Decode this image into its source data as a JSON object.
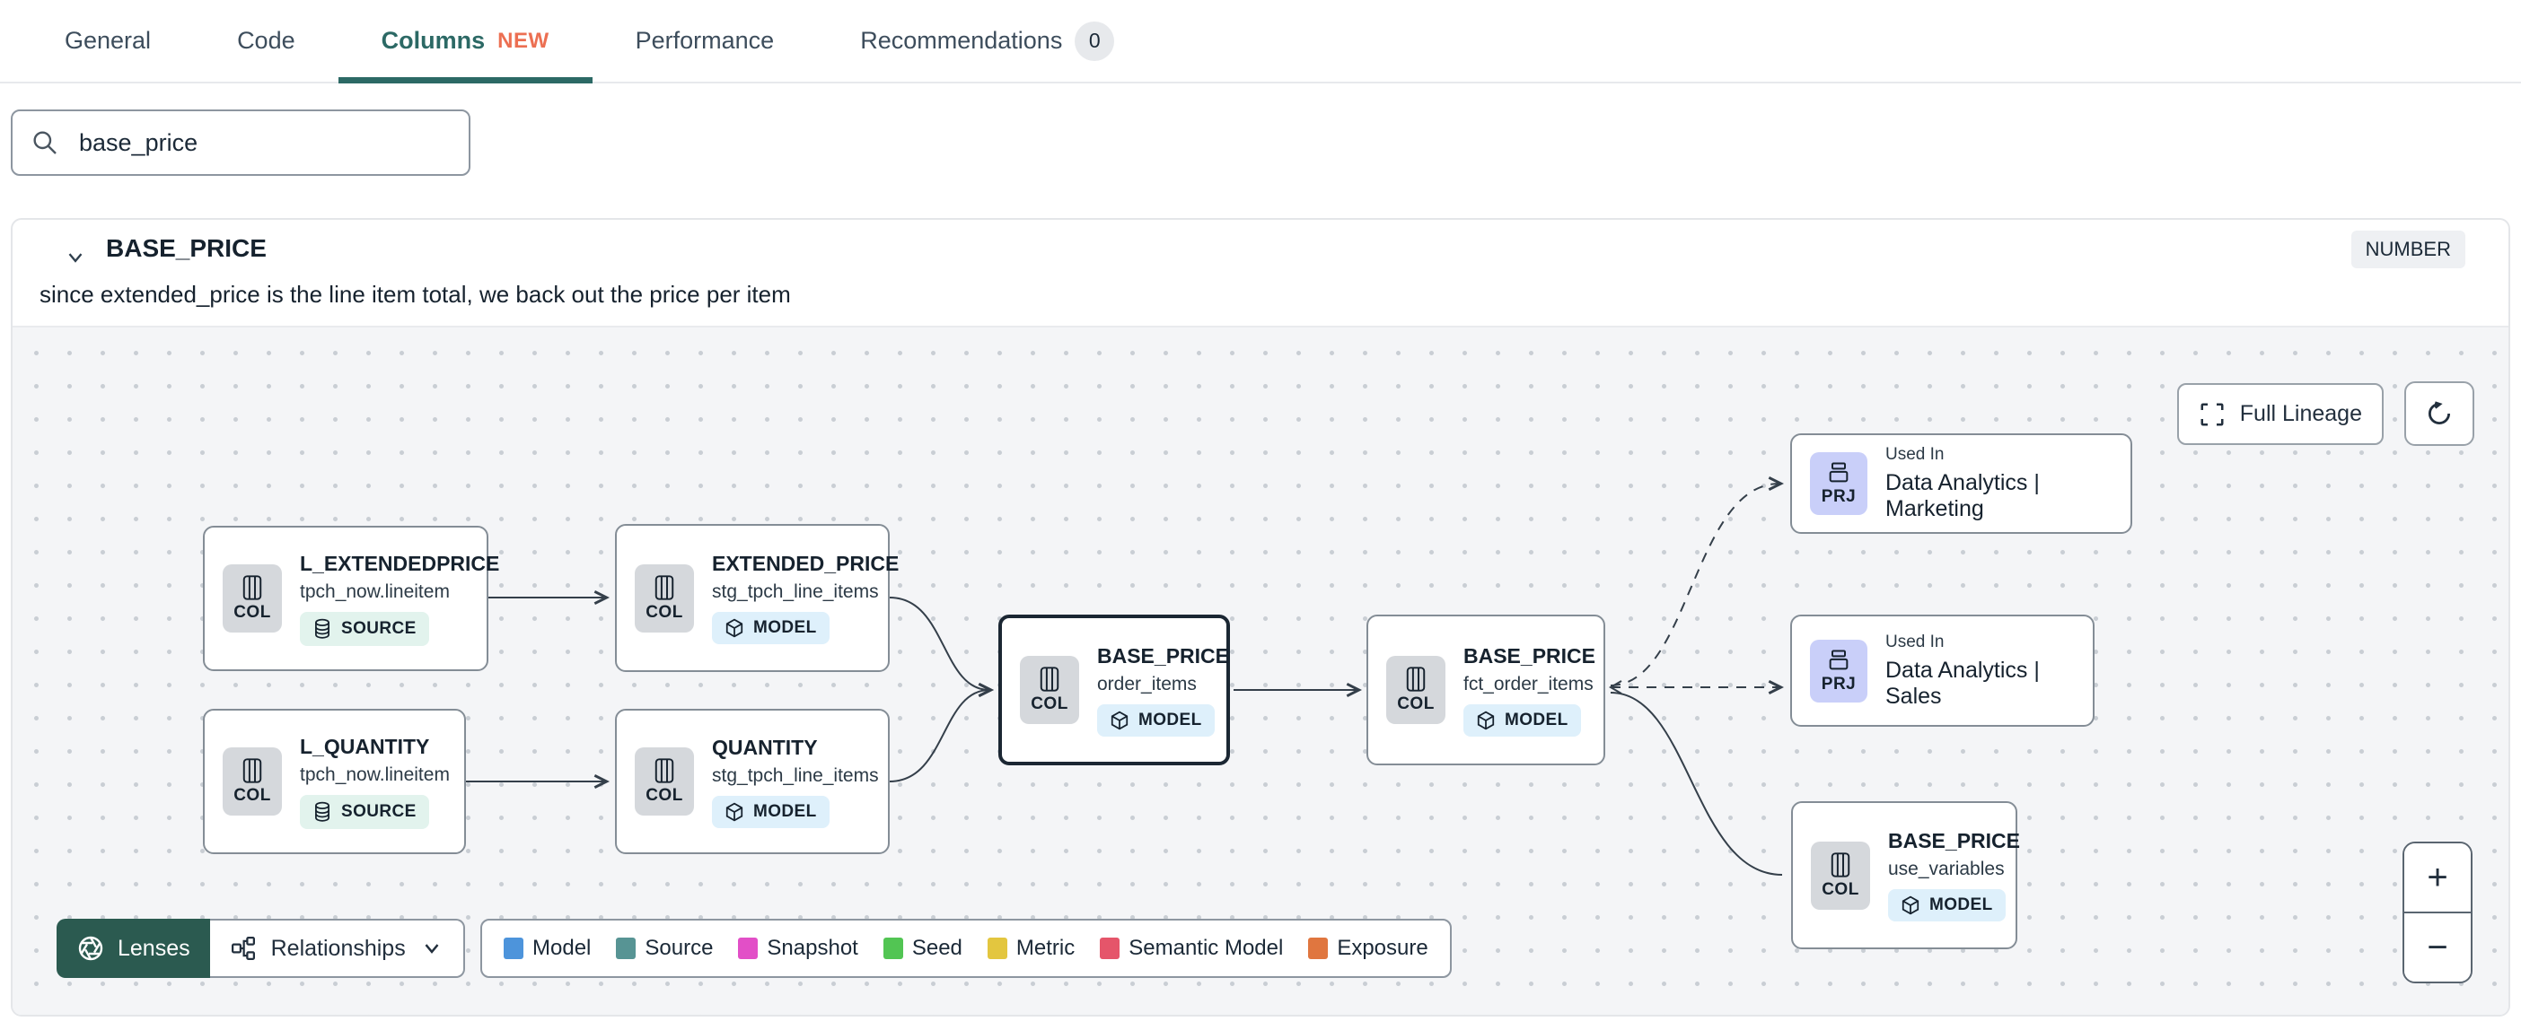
{
  "tabs": {
    "items": [
      {
        "label": "General"
      },
      {
        "label": "Code"
      },
      {
        "label": "Columns",
        "badge": "NEW"
      },
      {
        "label": "Performance"
      },
      {
        "label": "Recommendations",
        "count": "0"
      }
    ]
  },
  "search": {
    "value": "base_price"
  },
  "panel": {
    "title": "BASE_PRICE",
    "type": "NUMBER",
    "description": "since extended_price is the line item total, we back out the price per item"
  },
  "canvas": {
    "full_lineage_label": "Full Lineage",
    "lenses_label": "Lenses",
    "relationships_label": "Relationships",
    "zoom_in": "+",
    "zoom_out": "−",
    "nodes": [
      {
        "badge": "COL",
        "title": "L_EXTENDEDPRICE",
        "subtitle": "tpch_now.lineitem",
        "kind": "SOURCE"
      },
      {
        "badge": "COL",
        "title": "EXTENDED_PRICE",
        "subtitle": "stg_tpch_line_items",
        "kind": "MODEL"
      },
      {
        "badge": "COL",
        "title": "L_QUANTITY",
        "subtitle": "tpch_now.lineitem",
        "kind": "SOURCE"
      },
      {
        "badge": "COL",
        "title": "QUANTITY",
        "subtitle": "stg_tpch_line_items",
        "kind": "MODEL"
      },
      {
        "badge": "COL",
        "title": "BASE_PRICE",
        "subtitle": "order_items",
        "kind": "MODEL",
        "selected": true
      },
      {
        "badge": "COL",
        "title": "BASE_PRICE",
        "subtitle": "fct_order_items",
        "kind": "MODEL"
      },
      {
        "badge": "PRJ",
        "label": "Used In",
        "title": "Data Analytics | Marketing"
      },
      {
        "badge": "PRJ",
        "label": "Used In",
        "title": "Data Analytics | Sales"
      },
      {
        "badge": "COL",
        "title": "BASE_PRICE",
        "subtitle": "use_variables",
        "kind": "MODEL"
      }
    ],
    "legend": [
      {
        "label": "Model",
        "color": "#4d94db"
      },
      {
        "label": "Source",
        "color": "#579494"
      },
      {
        "label": "Snapshot",
        "color": "#e24fc7"
      },
      {
        "label": "Seed",
        "color": "#52c553"
      },
      {
        "label": "Metric",
        "color": "#e3c63f"
      },
      {
        "label": "Semantic Model",
        "color": "#e5556a"
      },
      {
        "label": "Exposure",
        "color": "#e0763f"
      }
    ],
    "colors": {
      "accent_teal": "#2c6965",
      "new_badge": "#ec6f52",
      "lenses_bg": "#2b5a50",
      "selected_border": "#1b2733"
    }
  }
}
